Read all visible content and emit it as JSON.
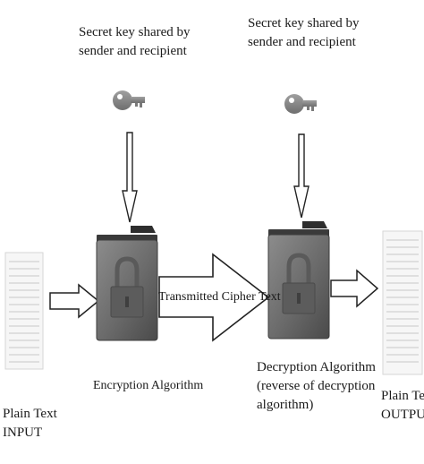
{
  "left_key": {
    "line1": "Secret key shared by",
    "line2": "sender and recipient"
  },
  "right_key": {
    "line1": "Secret key shared by",
    "line2": "sender and recipient"
  },
  "channel_label": "Transmitted Cipher Text",
  "encryption_label": "Encryption Algorithm",
  "decryption_label": {
    "line1": "Decryption Algorithm",
    "line2": "(reverse of decryption",
    "line3": "algorithm)"
  },
  "input_label": {
    "line1": "Plain Text",
    "line2": "INPUT"
  },
  "output_label": {
    "line1": "Plain Text",
    "line2": "OUTPUT"
  },
  "icons": [
    "key-icon",
    "padlock-folder-icon",
    "document-icon",
    "arrow-icon"
  ],
  "colors": {
    "key": "#8a8a8a",
    "folder_body": "#6f6f6f",
    "folder_tab": "#2e2e2e",
    "arrow_stroke": "#222222"
  }
}
